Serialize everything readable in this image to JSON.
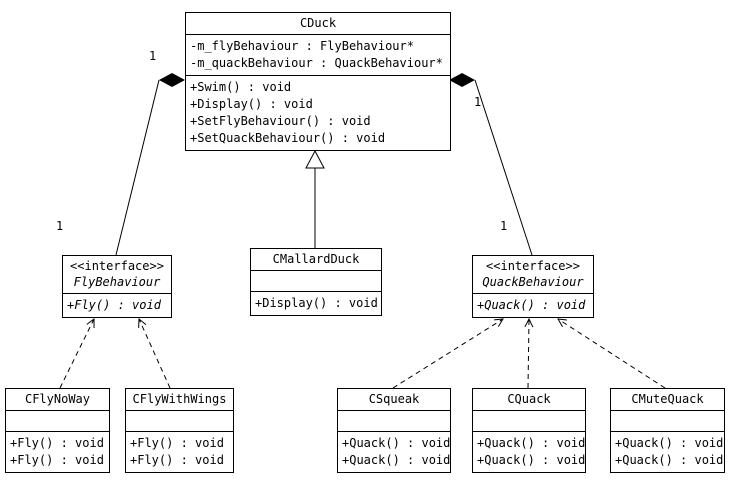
{
  "classes": {
    "cduck": {
      "name": "CDuck",
      "attributes": [
        "-m_flyBehaviour : FlyBehaviour*",
        "-m_quackBehaviour : QuackBehaviour*"
      ],
      "methods": [
        "+Swim() : void",
        "+Display() : void",
        "+SetFlyBehaviour() : void",
        "+SetQuackBehaviour() : void"
      ]
    },
    "cmallardduck": {
      "name": "CMallardDuck",
      "attributes": [],
      "methods": [
        "+Display() : void"
      ]
    },
    "flybehaviour": {
      "stereotype": "<<interface>>",
      "name": "FlyBehaviour",
      "methods": [
        "+Fly() : void"
      ]
    },
    "quackbehaviour": {
      "stereotype": "<<interface>>",
      "name": "QuackBehaviour",
      "methods": [
        "+Quack() : void"
      ]
    },
    "cflynoway": {
      "name": "CFlyNoWay",
      "methods": [
        "+Fly() : void",
        "+Fly() : void"
      ]
    },
    "cflywithwings": {
      "name": "CFlyWithWings",
      "methods": [
        "+Fly() : void",
        "+Fly() : void"
      ]
    },
    "csqueak": {
      "name": "CSqueak",
      "methods": [
        "+Quack() : void",
        "+Quack() : void"
      ]
    },
    "cquack": {
      "name": "CQuack",
      "methods": [
        "+Quack() : void",
        "+Quack() : void"
      ]
    },
    "cmutequack": {
      "name": "CMuteQuack",
      "methods": [
        "+Quack() : void",
        "+Quack() : void"
      ]
    }
  },
  "labels": {
    "mult_fly_source": "1",
    "mult_fly_target": "1",
    "mult_quack_source": "1",
    "mult_quack_target": "1"
  },
  "relationships": [
    {
      "type": "composition",
      "from": "CDuck",
      "to": "FlyBehaviour"
    },
    {
      "type": "composition",
      "from": "CDuck",
      "to": "QuackBehaviour"
    },
    {
      "type": "generalization",
      "from": "CMallardDuck",
      "to": "CDuck"
    },
    {
      "type": "realization",
      "from": "CFlyNoWay",
      "to": "FlyBehaviour"
    },
    {
      "type": "realization",
      "from": "CFlyWithWings",
      "to": "FlyBehaviour"
    },
    {
      "type": "realization",
      "from": "CSqueak",
      "to": "QuackBehaviour"
    },
    {
      "type": "realization",
      "from": "CQuack",
      "to": "QuackBehaviour"
    },
    {
      "type": "realization",
      "from": "CMuteQuack",
      "to": "QuackBehaviour"
    }
  ],
  "colors": {
    "border": "#000000",
    "background": "#ffffff",
    "text": "#000000"
  }
}
